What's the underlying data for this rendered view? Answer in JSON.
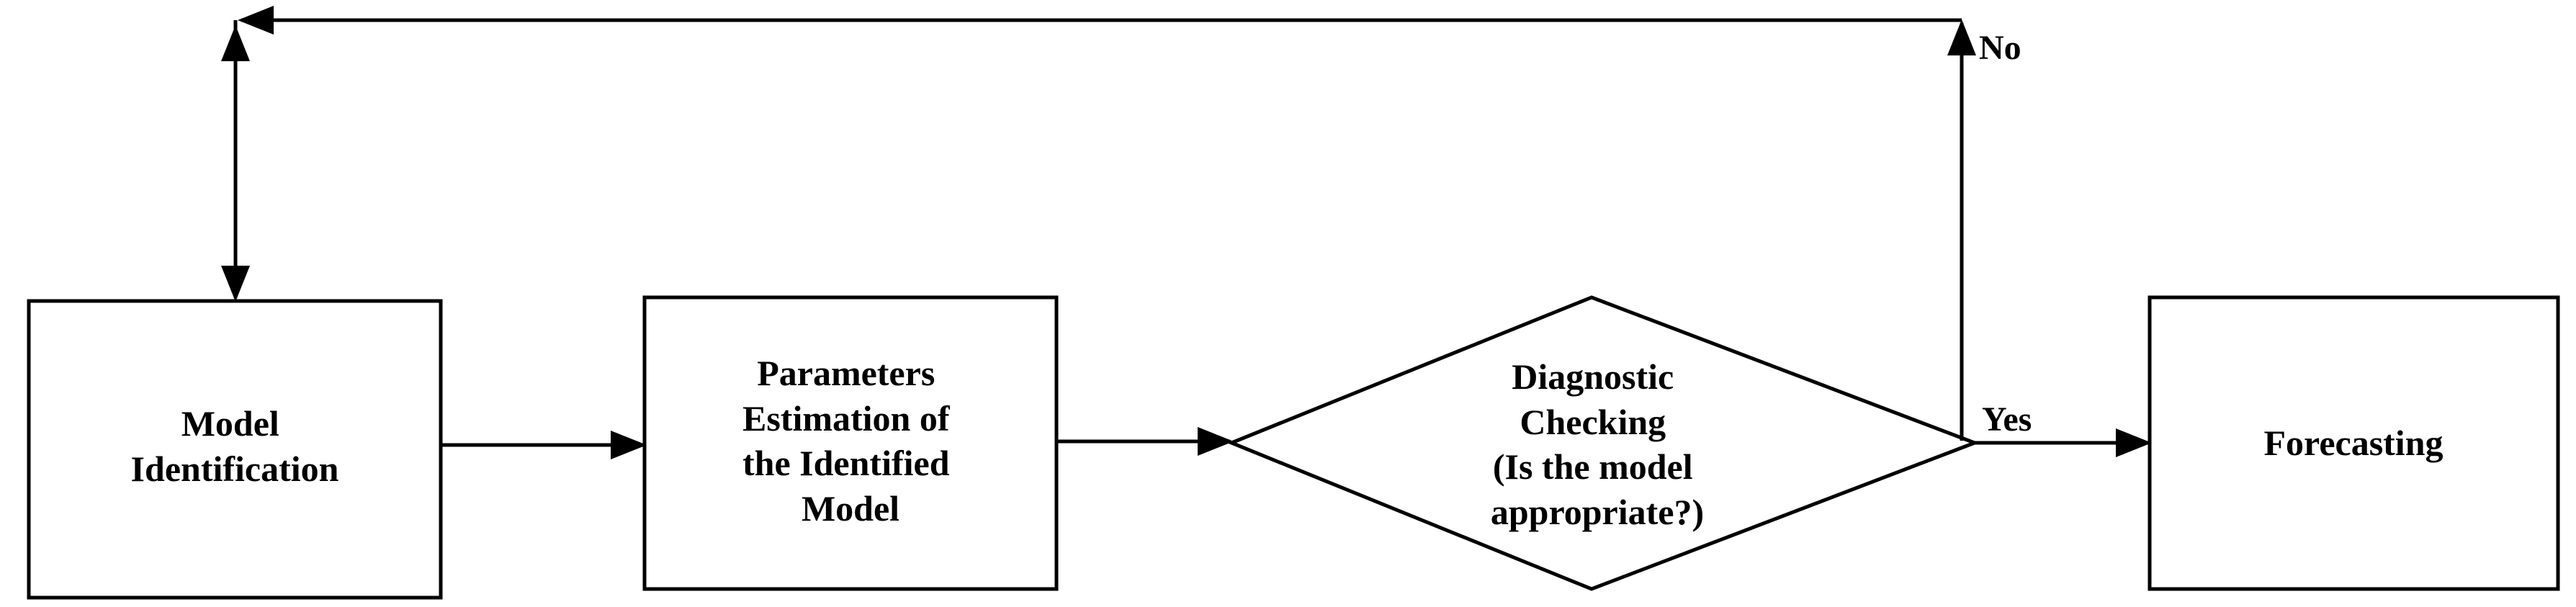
{
  "diagram": {
    "nodes": {
      "model_identification": {
        "shape": "rectangle",
        "lines": [
          "Model",
          "Identification"
        ]
      },
      "parameters_estimation": {
        "shape": "rectangle",
        "lines": [
          "Parameters",
          "Estimation of",
          "the Identified",
          "Model"
        ]
      },
      "diagnostic_checking": {
        "shape": "diamond",
        "lines": [
          "Diagnostic",
          "Checking",
          "(Is the model",
          "appropriate?)"
        ]
      },
      "forecasting": {
        "shape": "rectangle",
        "lines": [
          "Forecasting"
        ]
      }
    },
    "edges": {
      "no_label": "No",
      "yes_label": "Yes"
    },
    "colors": {
      "stroke": "#000000",
      "fill": "#ffffff",
      "text": "#000000"
    }
  }
}
